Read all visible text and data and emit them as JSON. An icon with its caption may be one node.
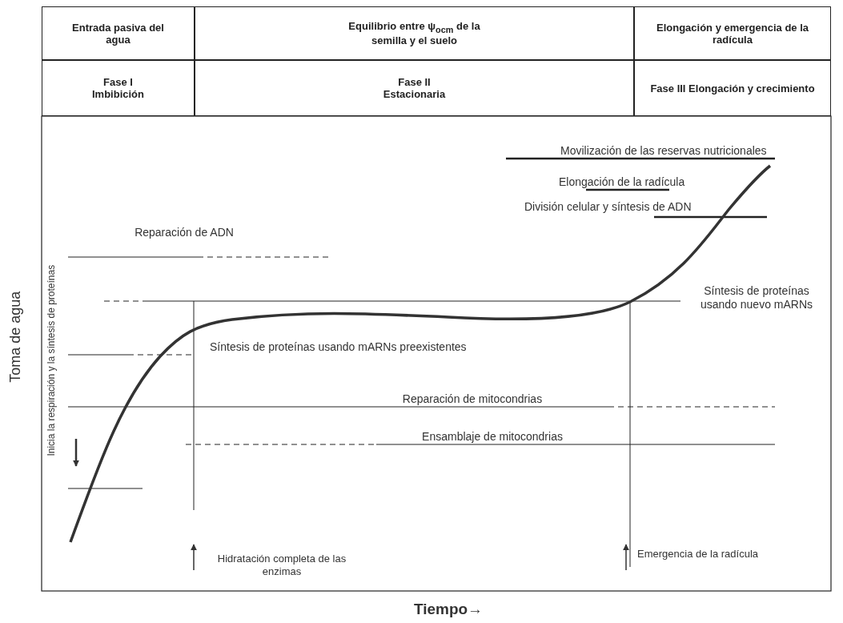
{
  "diagram": {
    "nodes": [
      {
        "text": [
          "Entrada pasiva del agua"
        ]
      },
      {
        "text": [
          "Equilibrio entre ψ$_{ocm}$ de la semilla y el suelo"
        ]
      },
      {
        "text": [
          "Elongación y emergencia de la radícula"
        ]
      },
      {
        "text": [
          "Fase I Imbibición"
        ]
      },
      {
        "text": [
          "Fase II Estacionaria"
        ]
      },
      {
        "text": [
          "Fase III Elongación y crecimiento"
        ]
      }
    ],
    "labels": [
      "Movilización de las reservas nutricionales",
      "Elongación de la radícula",
      "División celular y síntesis de ADN",
      "Reparación de ADN",
      "Síntesis de proteínas usando nuevo mARNs",
      "Síntesis de proteínas usando mARNs preexistentes",
      "Reparación de mitocondrias",
      "Ensamblaje de mitocondrias",
      "Hidratación completa de las enzimas",
      "Emergencia de la radícula",
      "Toma de agua",
      "Inicia la respiración y la síntesis de proteínas",
      "Tiempo→"
    ]
  }
}
